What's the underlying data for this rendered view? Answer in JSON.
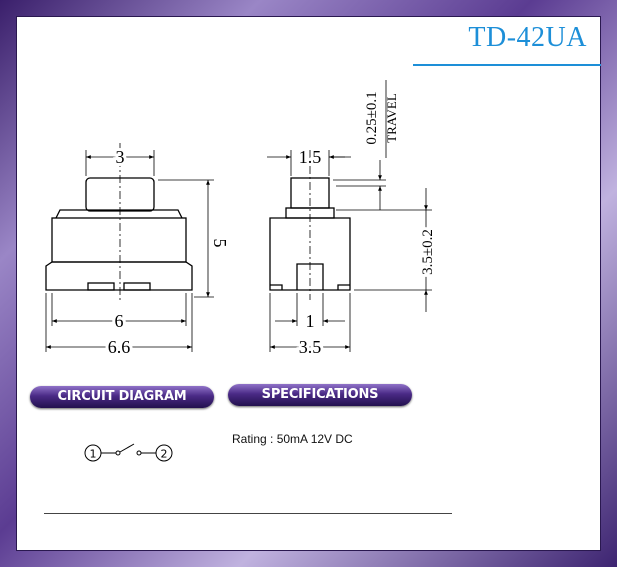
{
  "header": {
    "title": "TD-42UA"
  },
  "dimensions": {
    "front_top_width": "3",
    "front_height": "5",
    "front_width": "6",
    "front_base_width": "6.6",
    "side_top_width": "1.5",
    "travel": "0.25±0.1",
    "travel_label": "TRAVEL",
    "side_height": "3.5±0.2",
    "side_slot_width": "1",
    "side_width": "3.5"
  },
  "sections": {
    "circuit_label": "CIRCUIT DIAGRAM",
    "spec_label": "SPECIFICATIONS",
    "rating": "Rating : 50mA 12V DC"
  },
  "circuit": {
    "terminal_1": "1",
    "terminal_2": "2"
  }
}
